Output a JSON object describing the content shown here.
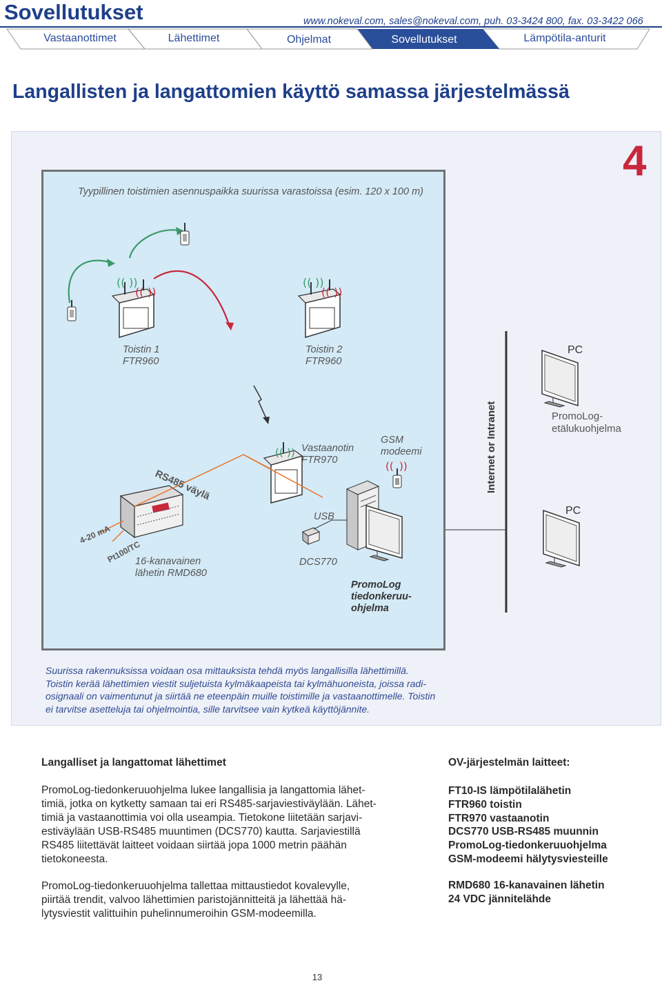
{
  "header": {
    "brand": "Sovellutukset",
    "contact": "www.nokeval.com, sales@nokeval.com, puh. 03-3424 800, fax. 03-3422 066",
    "tabs": [
      {
        "label": "Vastaanottimet",
        "active": false
      },
      {
        "label": "Lähettimet",
        "active": false
      },
      {
        "label": "Ohjelmat",
        "active": false
      },
      {
        "label": "Sovellutukset",
        "active": true
      },
      {
        "label": "Lämpötila-anturit",
        "active": false
      }
    ],
    "accent": "#1e3f8a",
    "active_tab_color": "#294e9a"
  },
  "page_title": "Langallisten ja langattomien käyttö samassa järjestelmässä",
  "chapter_number": "4",
  "diagram": {
    "title": "Tyypillinen toistimien asennuspaikka suurissa varastoissa (esim. 120 x 100 m)",
    "repeater1_line1": "Toistin 1",
    "repeater1_line2": "FTR960",
    "repeater2_line1": "Toistin 2",
    "repeater2_line2": "FTR960",
    "pc_top": "PC",
    "pc_bottom": "PC",
    "etalukuohjelma_line1": "PromoLog-",
    "etalukuohjelma_line2": "etälukuohjelma",
    "receiver_line1": "Vastaanotin",
    "receiver_line2": "FTR970",
    "gsm_line1": "GSM",
    "gsm_line2": "modeemi",
    "internet": "Internet or Intranet",
    "rs485": "RS485 väylä",
    "ma": "4-20 mA",
    "pt100": "Pt100/TC",
    "transmitter_line1": "16-kanavainen",
    "transmitter_line2": "lähetin RMD680",
    "usb": "USB",
    "dcs": "DCS770",
    "promolog_line1": "PromoLog",
    "promolog_line2": "tiedonkeruu-",
    "promolog_line3": "ohjelma",
    "wire_color": "#e8732a",
    "arrow_color_green": "#3a9a6a",
    "arrow_color_red": "#c8283c"
  },
  "caption": {
    "line1": "Suurissa rakennuksissa voidaan osa mittauksista tehdä myös langallisilla lähettimillä.",
    "line2": "Toistin kerää lähettimien viestit suljetuista kylmäkaapeista tai kylmähuoneista, joissa radi-",
    "line3": "osignaali on vaimentunut ja siirtää ne eteenpäin muille toistimille ja vastaanottimelle. Toistin",
    "line4": "ei tarvitse asetteluja tai ohjelmointia, sille tarvitsee vain kytkeä käyttöjännite."
  },
  "left_column": {
    "title": "Langalliset ja langattomat lähettimet",
    "para1": [
      "PromoLog-tiedonkeruuohjelma lukee langallisia ja langattomia lähet-",
      "timiä, jotka on kytketty samaan tai eri RS485-sarjaviestiväylään. Lähet-",
      "timiä ja vastaanottimia voi olla useampia. Tietokone liitetään sarjavi-",
      "estiväylään USB-RS485 muuntimen (DCS770) kautta. Sarjaviestillä",
      "RS485 liitettävät laitteet voidaan siirtää jopa 1000 metrin päähän",
      "tietokoneesta."
    ],
    "para2": [
      "PromoLog-tiedonkeruuohjelma tallettaa mittaustiedot kovalevylle,",
      "piirtää trendit, valvoo lähettimien paristojännitteitä ja lähettää hä-",
      "lytysviestit valittuihin puhelinnumeroihin GSM-modeemilla."
    ]
  },
  "right_column": {
    "title": "OV-järjestelmän laitteet:",
    "list1": [
      "FT10-IS lämpötilalähetin",
      "FTR960 toistin",
      "FTR970 vastaanotin",
      "DCS770 USB-RS485 muunnin",
      "PromoLog-tiedonkeruuohjelma",
      "GSM-modeemi hälytysviesteille"
    ],
    "list2": [
      "RMD680 16-kanavainen lähetin",
      "24 VDC jännitelähde"
    ]
  },
  "page_number": "13"
}
